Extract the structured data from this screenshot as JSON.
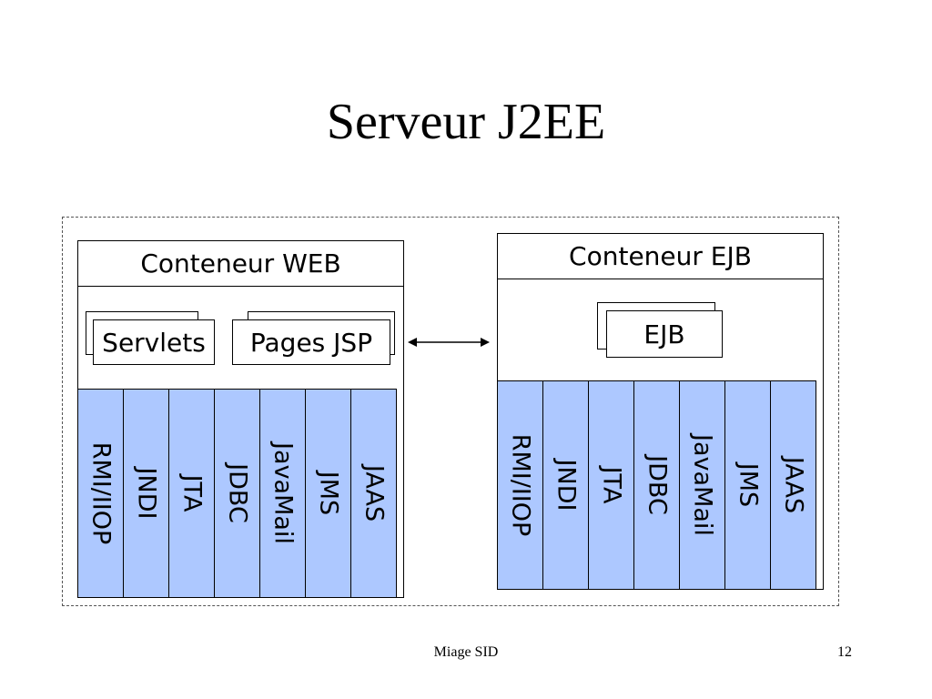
{
  "title": "Serveur J2EE",
  "web_container": {
    "header": "Conteneur WEB",
    "components": [
      "Servlets",
      "Pages JSP"
    ],
    "apis": [
      "RMI/IIOP",
      "JNDI",
      "JTA",
      "JDBC",
      "JavaMail",
      "JMS",
      "JAAS"
    ]
  },
  "ejb_container": {
    "header": "Conteneur EJB",
    "components": [
      "EJB"
    ],
    "apis": [
      "RMI/IIOP",
      "JNDI",
      "JTA",
      "JDBC",
      "JavaMail",
      "JMS",
      "JAAS"
    ]
  },
  "colors": {
    "api_fill": "#adc8ff",
    "frame_border": "#555555"
  },
  "footer": {
    "center": "Miage SID",
    "page_number": "12"
  }
}
